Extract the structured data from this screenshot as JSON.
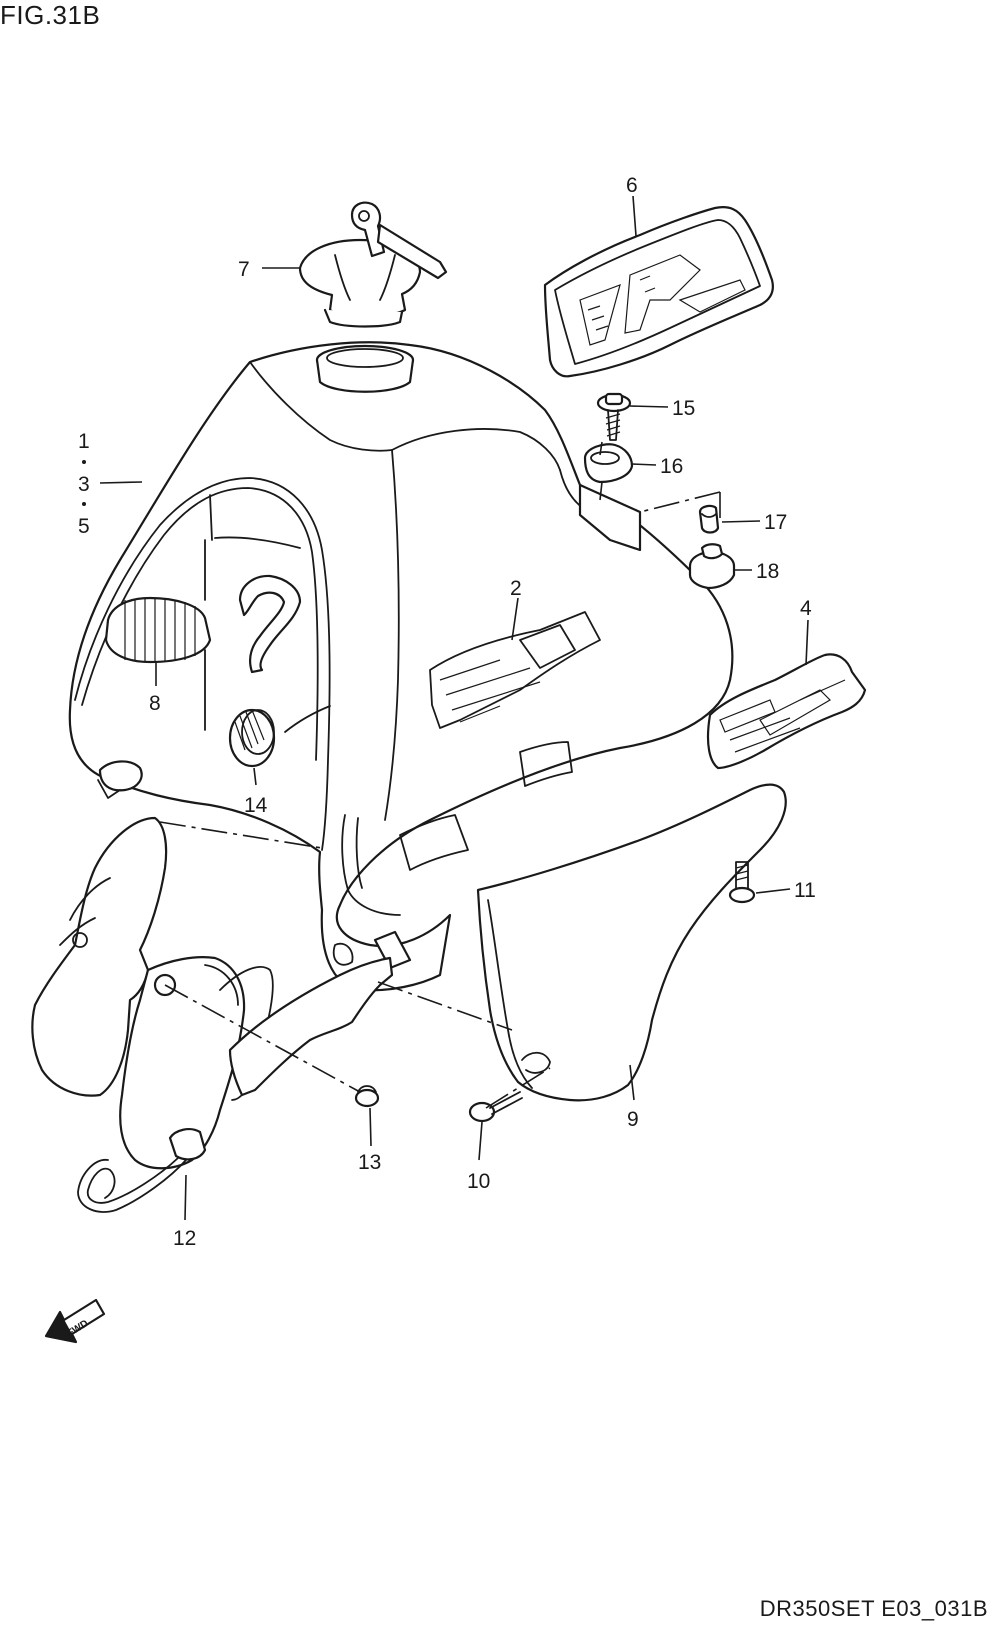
{
  "figure": {
    "title": "FIG.31B",
    "code": "DR350SET E03_031B"
  },
  "callouts": [
    {
      "label": "1"
    },
    {
      "label": "3"
    },
    {
      "label": "5"
    },
    {
      "label": "2"
    },
    {
      "label": "4"
    },
    {
      "label": "6"
    },
    {
      "label": "7"
    },
    {
      "label": "8"
    },
    {
      "label": "9"
    },
    {
      "label": "10"
    },
    {
      "label": "11"
    },
    {
      "label": "12"
    },
    {
      "label": "13"
    },
    {
      "label": "14"
    },
    {
      "label": "15"
    },
    {
      "label": "16"
    },
    {
      "label": "17"
    },
    {
      "label": "18"
    }
  ],
  "badges": {
    "fwd": "FWD",
    "decal_dr": "DR"
  }
}
